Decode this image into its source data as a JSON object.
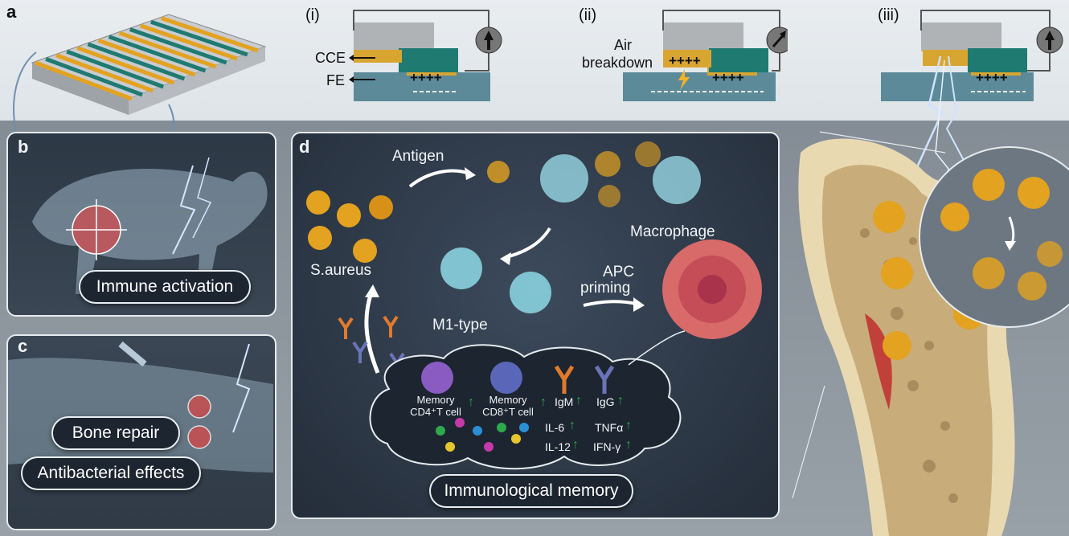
{
  "panels": {
    "a": "a",
    "b": "b",
    "c": "c",
    "d": "d"
  },
  "top": {
    "stages": [
      "(i)",
      "(ii)",
      "(iii)"
    ],
    "cce_label": "CCE",
    "fe_label": "FE",
    "plus_signs": "++++",
    "air_breakdown_line1": "Air",
    "air_breakdown_line2": "breakdown"
  },
  "panel_b": {
    "pill": "Immune activation"
  },
  "panel_c": {
    "pill_bone": "Bone repair",
    "pill_antibac": "Antibacterial effects"
  },
  "panel_d": {
    "antigen": "Antigen",
    "macrophage": "Macrophage",
    "saureus": "S.aureus",
    "m1": "M1-type",
    "apc_line1": "APC",
    "apc_line2": "priming",
    "memory_cd4_line1": "Memory",
    "memory_cd4_line2": "CD4⁺T cell",
    "memory_cd8_line1": "Memory",
    "memory_cd8_line2": "CD8⁺T cell",
    "igm": "IgM",
    "igg": "IgG",
    "il6": "IL-6",
    "il12": "IL-12",
    "tnfa": "TNFα",
    "ifng": "IFN-γ",
    "pill": "Immunological memory"
  },
  "colors": {
    "gold": "#e3a21f",
    "teal": "#1f7a72",
    "dark_panel": "#27303d",
    "up_arrow": "#2aa84a"
  }
}
